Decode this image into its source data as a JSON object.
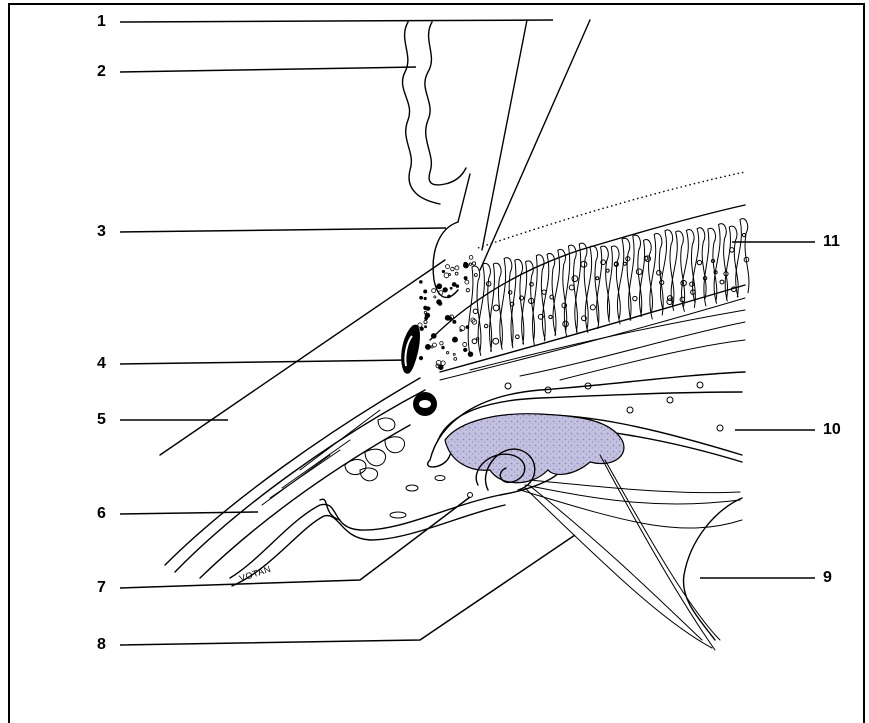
{
  "labels": [
    {
      "id": "1",
      "text": "1"
    },
    {
      "id": "2",
      "text": "2"
    },
    {
      "id": "3",
      "text": "3"
    },
    {
      "id": "4",
      "text": "4"
    },
    {
      "id": "5",
      "text": "5"
    },
    {
      "id": "6",
      "text": "6"
    },
    {
      "id": "7",
      "text": "7"
    },
    {
      "id": "8",
      "text": "8"
    },
    {
      "id": "9",
      "text": "9"
    },
    {
      "id": "10",
      "text": "10"
    },
    {
      "id": "11",
      "text": "11"
    }
  ],
  "signature": "VOTAN",
  "colors": {
    "ink": "#000000",
    "highlight": "#b9b6d9",
    "background": "#ffffff"
  }
}
